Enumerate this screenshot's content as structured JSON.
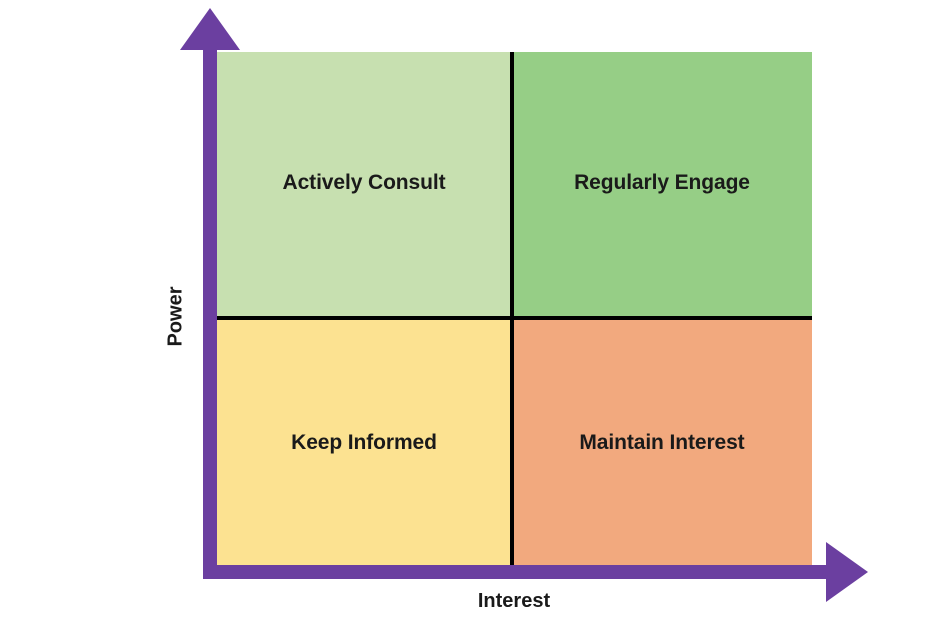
{
  "chart_data": {
    "type": "matrix",
    "title": "",
    "xlabel": "Interest",
    "ylabel": "Power",
    "grid": true,
    "legend": "none",
    "x_axis": {
      "label": "Interest",
      "direction": "increasing-right",
      "arrow": "right-arrow-icon",
      "color": "#6b3fa0"
    },
    "y_axis": {
      "label": "Power",
      "direction": "increasing-up",
      "arrow": "up-arrow-icon",
      "color": "#6b3fa0"
    },
    "quadrants": [
      {
        "id": "top-left",
        "label": "Actively Consult",
        "power": "high",
        "interest": "low",
        "color": "#c7e0b0"
      },
      {
        "id": "top-right",
        "label": "Regularly Engage",
        "power": "high",
        "interest": "high",
        "color": "#96ce86"
      },
      {
        "id": "bottom-left",
        "label": "Keep Informed",
        "power": "low",
        "interest": "low",
        "color": "#fce291"
      },
      {
        "id": "bottom-right",
        "label": "Maintain Interest",
        "power": "low",
        "interest": "high",
        "color": "#f2a97e"
      }
    ]
  },
  "colors": {
    "axis": "#6b3fa0",
    "divider": "#000000",
    "text": "#1a1a1a",
    "background": "#ffffff"
  }
}
